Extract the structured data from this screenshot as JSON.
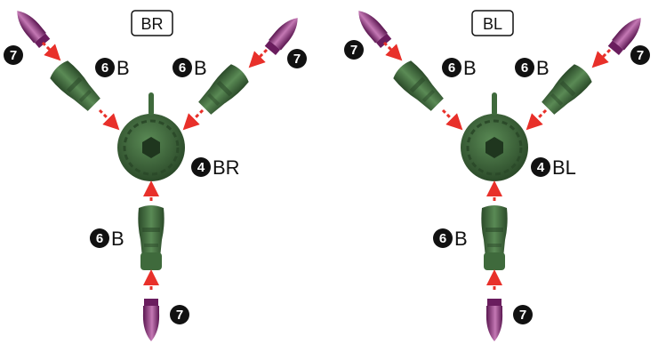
{
  "colors": {
    "green": "#3f6a3c",
    "green_dark": "#2b4a29",
    "green_light": "#5a8a55",
    "purple": "#8a2a78",
    "purple_light": "#c478b4",
    "arrow": "#e8302a"
  },
  "panels": [
    {
      "title": "BR",
      "hub_label": "BR",
      "hub_number": "4",
      "arm_left": {
        "number": "6",
        "letter": "B"
      },
      "arm_right": {
        "number": "6",
        "letter": "B"
      },
      "arm_bottom": {
        "number": "6",
        "letter": "B"
      },
      "tip_number": "7"
    },
    {
      "title": "BL",
      "hub_label": "BL",
      "hub_number": "4",
      "arm_left": {
        "number": "6",
        "letter": "B"
      },
      "arm_right": {
        "number": "6",
        "letter": "B"
      },
      "arm_bottom": {
        "number": "6",
        "letter": "B"
      },
      "tip_number": "7"
    }
  ]
}
